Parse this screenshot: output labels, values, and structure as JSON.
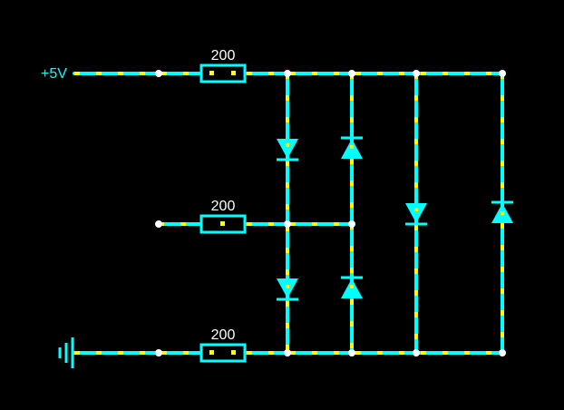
{
  "source": {
    "label": "+5V"
  },
  "ground": {
    "icon": "ground-icon"
  },
  "resistors": [
    {
      "id": "r-top",
      "label": "200"
    },
    {
      "id": "r-mid",
      "label": "200"
    },
    {
      "id": "r-bottom",
      "label": "200"
    }
  ],
  "diodes": [
    {
      "id": "d1",
      "direction": "down"
    },
    {
      "id": "d2",
      "direction": "up"
    },
    {
      "id": "d3",
      "direction": "down"
    },
    {
      "id": "d4",
      "direction": "up"
    },
    {
      "id": "d5",
      "direction": "down"
    },
    {
      "id": "d6",
      "direction": "up"
    }
  ],
  "colors": {
    "wire": "#00ffff",
    "current_dots": "#ffff00",
    "nodes": "#ffffff",
    "background": "#000000"
  }
}
